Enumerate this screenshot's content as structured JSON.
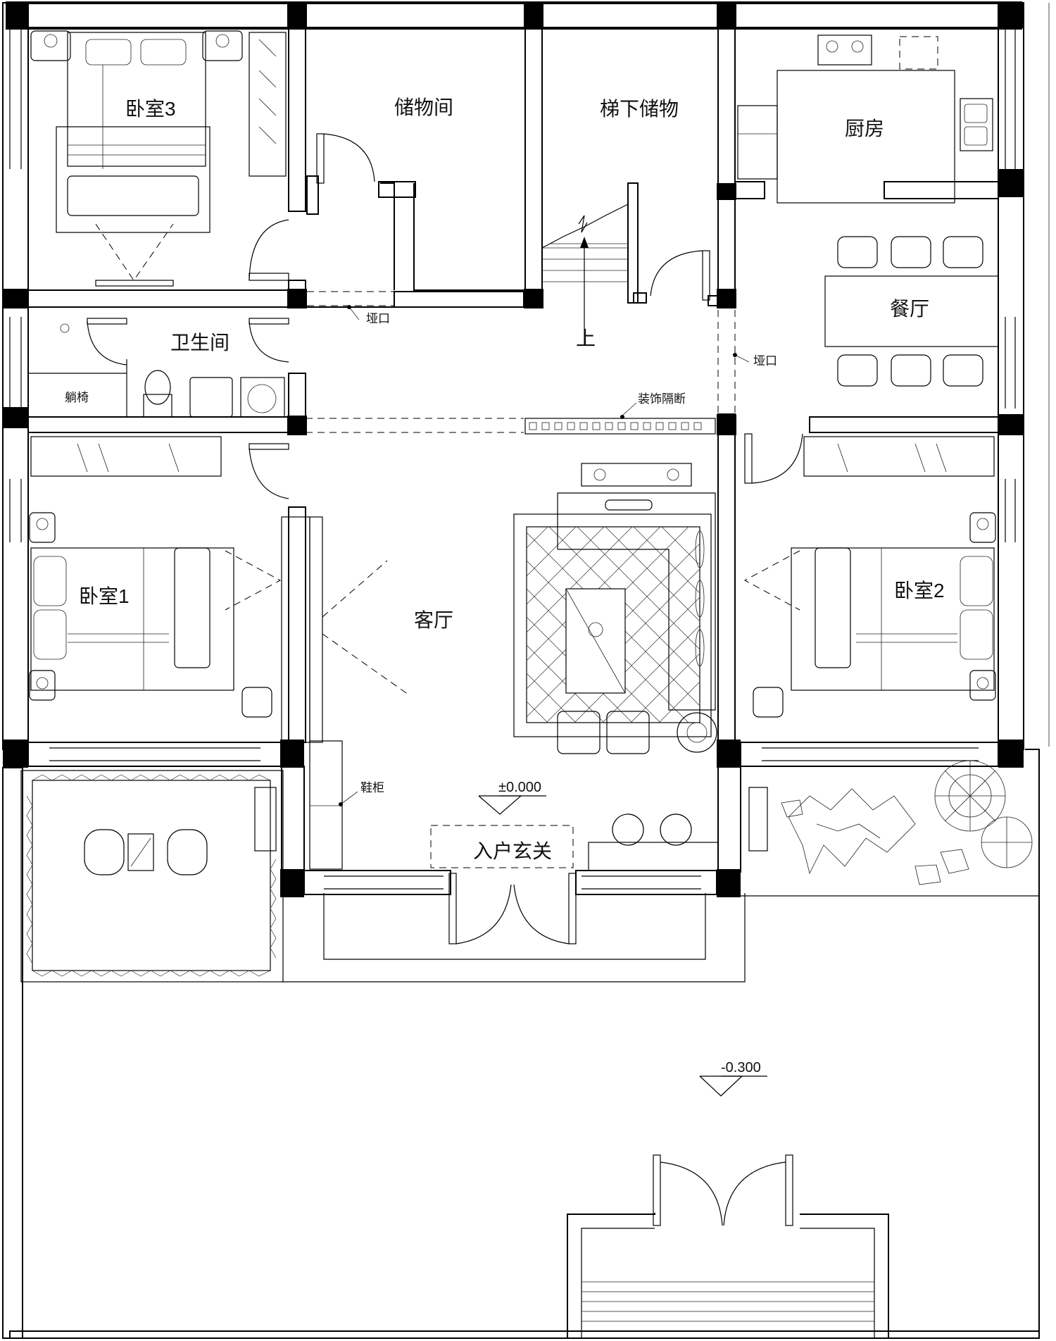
{
  "rooms": {
    "bedroom3": "卧室3",
    "storage": "储物间",
    "under_stair_storage": "梯下储物",
    "kitchen": "厨房",
    "bathroom": "卫生间",
    "dining": "餐厅",
    "living": "客厅",
    "bedroom1": "卧室1",
    "bedroom2": "卧室2",
    "entrance": "入户玄关"
  },
  "annotations": {
    "opening_left": "垭口",
    "opening_right": "垭口",
    "recliner": "躺椅",
    "decorative_partition": "装饰隔断",
    "shoe_cabinet": "鞋柜",
    "stair_up": "上"
  },
  "elevations": {
    "interior": "±0.000",
    "exterior": "-0.300"
  }
}
